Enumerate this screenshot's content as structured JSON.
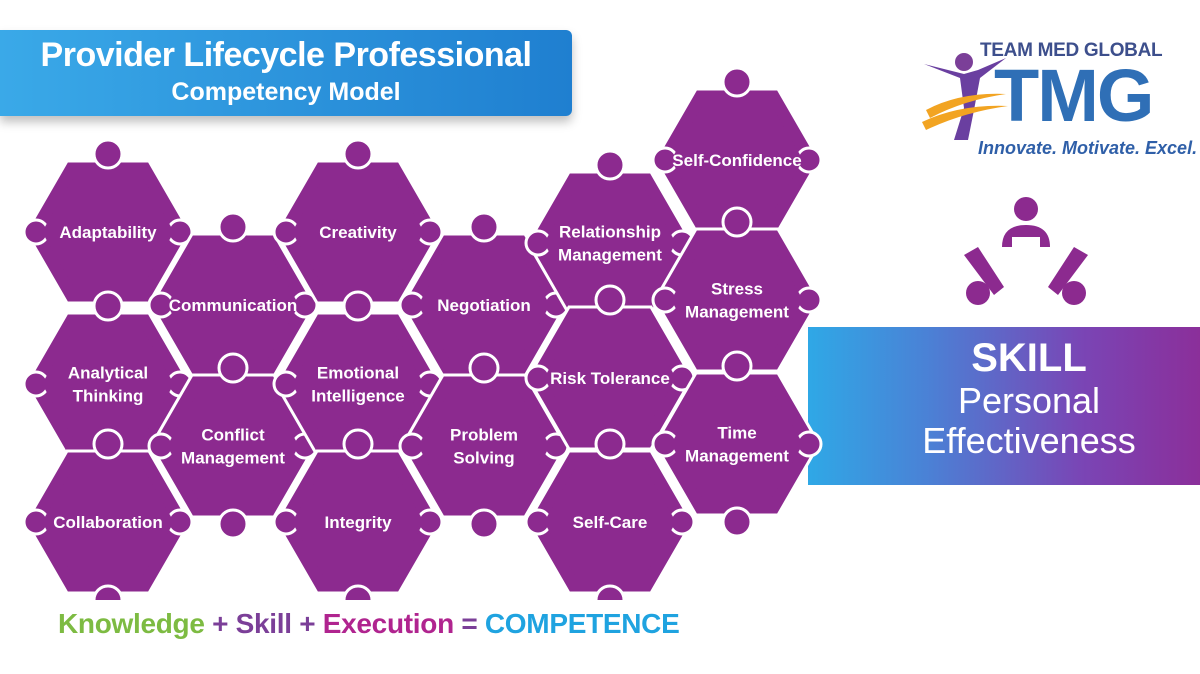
{
  "title": {
    "main": "Provider Lifecycle Professional",
    "sub": "Competency Model"
  },
  "logo": {
    "top_text": "TEAM MED GLOBAL",
    "letters": "TMG",
    "tagline": "Innovate. Motivate. Excel."
  },
  "pieces": [
    {
      "name": "adaptability",
      "lines": [
        "Adaptability"
      ]
    },
    {
      "name": "analytical-thinking",
      "lines": [
        "Analytical",
        "Thinking"
      ]
    },
    {
      "name": "collaboration",
      "lines": [
        "Collaboration"
      ]
    },
    {
      "name": "communication",
      "lines": [
        "Communication"
      ]
    },
    {
      "name": "conflict-management",
      "lines": [
        "Conflict",
        "Management"
      ]
    },
    {
      "name": "creativity",
      "lines": [
        "Creativity"
      ]
    },
    {
      "name": "emotional-intelligence",
      "lines": [
        "Emotional",
        "Intelligence"
      ]
    },
    {
      "name": "integrity",
      "lines": [
        "Integrity"
      ]
    },
    {
      "name": "negotiation",
      "lines": [
        "Negotiation"
      ]
    },
    {
      "name": "problem-solving",
      "lines": [
        "Problem",
        "Solving"
      ]
    },
    {
      "name": "relationship-management",
      "lines": [
        "Relationship",
        "Management"
      ]
    },
    {
      "name": "risk-tolerance",
      "lines": [
        "Risk Tolerance"
      ]
    },
    {
      "name": "self-care",
      "lines": [
        "Self-Care"
      ]
    },
    {
      "name": "self-confidence",
      "lines": [
        "Self-Confidence"
      ]
    },
    {
      "name": "stress-management",
      "lines": [
        "Stress",
        "Management"
      ]
    },
    {
      "name": "time-management",
      "lines": [
        "Time",
        "Management"
      ]
    }
  ],
  "skill": {
    "title": "SKILL",
    "line1": "Personal",
    "line2": "Effectiveness"
  },
  "equation": {
    "knowledge": "Knowledge",
    "plus1": " + ",
    "skill": "Skill",
    "plus2": " + ",
    "execution": "Execution",
    "equals": " = ",
    "competence": "COMPETENCE"
  },
  "colors": {
    "piece": "#8c2a8f",
    "banner": "#2a8fdd",
    "knowledge": "#7dbb42",
    "skill": "#7b3f98",
    "execution": "#b0248f",
    "competence": "#1fa3e0"
  }
}
